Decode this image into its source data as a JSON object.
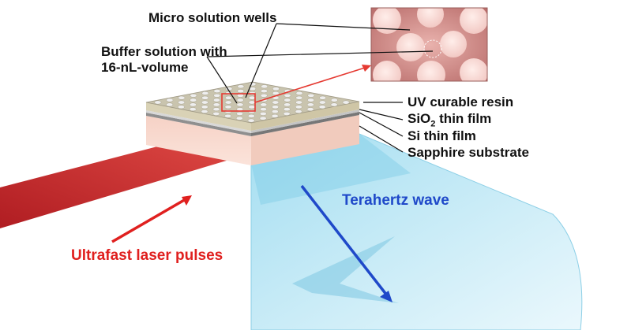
{
  "labels": {
    "micro_solution_wells": "Micro solution wells",
    "buffer_line1": "Buffer solution with",
    "buffer_line2": "16-nL-volume",
    "layers": {
      "uv_resin": "UV curable resin",
      "sio2_prefix": "SiO",
      "sio2_sub": "2",
      "sio2_suffix": " thin film",
      "si_film": "Si thin film",
      "sapphire": "Sapphire substrate"
    },
    "terahertz": "Terahertz wave",
    "laser": "Ultrafast laser pulses"
  },
  "colors": {
    "terahertz_text": "#1f49c9",
    "laser_text": "#e0201f",
    "laser_beam": "#c8262a",
    "terahertz_beam": "#b9e6f4",
    "micrograph": "#d9928f",
    "highlight_box": "#e53a32"
  }
}
